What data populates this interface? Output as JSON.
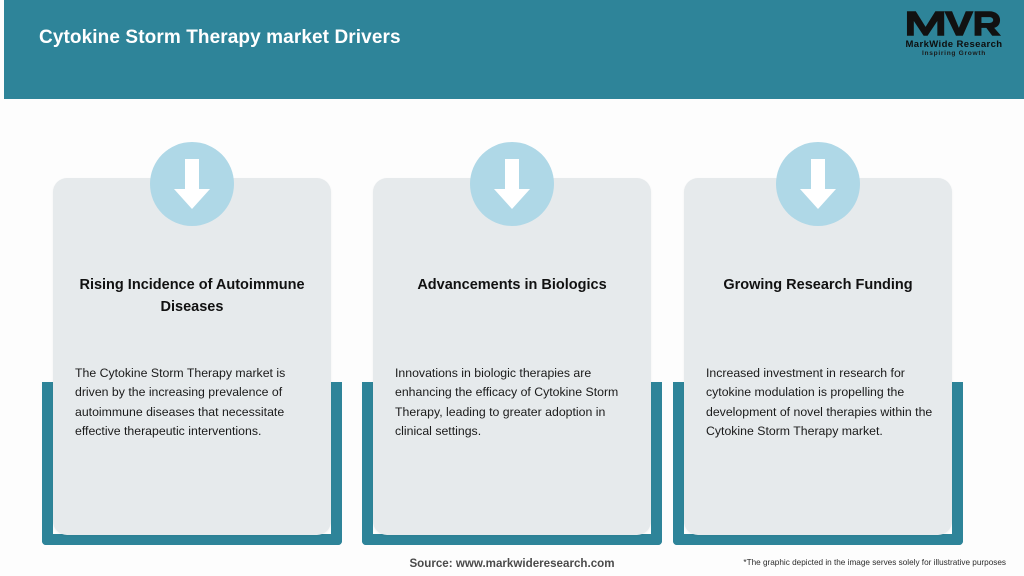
{
  "header": {
    "title": "Cytokine Storm Therapy market Drivers",
    "bg_color": "#2e8499",
    "title_color": "#ffffff"
  },
  "logo": {
    "mark": "MWR",
    "name": "MarkWide Research",
    "tagline": "Inspiring Growth",
    "color": "#0d0d0d"
  },
  "theme": {
    "accent": "#2e8499",
    "card_bg": "#e6eaec",
    "icon_circle": "#afd8e7",
    "icon_arrow": "#ffffff",
    "page_bg": "#fdfdfd"
  },
  "cards": [
    {
      "icon": "arrow-down-icon",
      "title": "Rising Incidence of Autoimmune Diseases",
      "body": "The Cytokine Storm Therapy market is driven by the increasing prevalence of autoimmune diseases that necessitate effective therapeutic interventions."
    },
    {
      "icon": "arrow-down-icon",
      "title": "Advancements in Biologics",
      "body": "Innovations in biologic therapies are enhancing the efficacy of Cytokine Storm Therapy, leading to greater adoption in clinical settings."
    },
    {
      "icon": "arrow-down-icon",
      "title": "Growing Research Funding",
      "body": "Increased investment in research for cytokine modulation is propelling the development of novel therapies within the Cytokine Storm Therapy market."
    }
  ],
  "footer": {
    "source": "Source: www.markwideresearch.com",
    "disclaimer": "*The graphic depicted in the image serves solely for illustrative purposes"
  }
}
